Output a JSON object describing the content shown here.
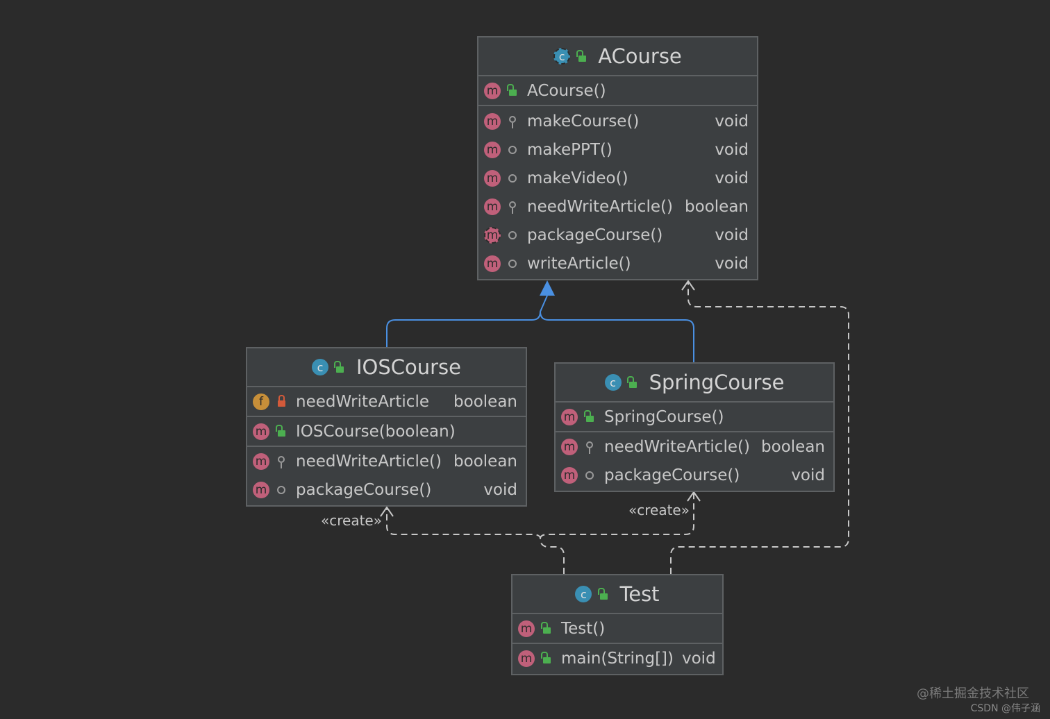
{
  "classes": {
    "acourse": {
      "name": "ACourse",
      "constructor": "ACourse()",
      "methods": [
        {
          "name": "makeCourse()",
          "type": "void"
        },
        {
          "name": "makePPT()",
          "type": "void"
        },
        {
          "name": "makeVideo()",
          "type": "void"
        },
        {
          "name": "needWriteArticle()",
          "type": "boolean"
        },
        {
          "name": "packageCourse()",
          "type": "void"
        },
        {
          "name": "writeArticle()",
          "type": "void"
        }
      ]
    },
    "ioscourse": {
      "name": "IOSCourse",
      "field": {
        "name": "needWriteArticle",
        "type": "boolean"
      },
      "constructor": "IOSCourse(boolean)",
      "methods": [
        {
          "name": "needWriteArticle()",
          "type": "boolean"
        },
        {
          "name": "packageCourse()",
          "type": "void"
        }
      ]
    },
    "springcourse": {
      "name": "SpringCourse",
      "constructor": "SpringCourse()",
      "methods": [
        {
          "name": "needWriteArticle()",
          "type": "boolean"
        },
        {
          "name": "packageCourse()",
          "type": "void"
        }
      ]
    },
    "test": {
      "name": "Test",
      "constructor": "Test()",
      "methods": [
        {
          "name": "main(String[])",
          "type": "void"
        }
      ]
    }
  },
  "stereotypes": {
    "create_ios": "«create»",
    "create_spring": "«create»"
  },
  "icons": {
    "method": "m",
    "field": "f",
    "class": "c"
  },
  "colors": {
    "inheritance": "#4a90e2",
    "dependency": "#c8c8c8",
    "method_icon": "#c0607a",
    "field_icon": "#c78f39",
    "class_icon": "#3a8fb3"
  },
  "watermark": {
    "line1": "@稀土掘金技术社区",
    "line2": "CSDN @伟子涵"
  }
}
